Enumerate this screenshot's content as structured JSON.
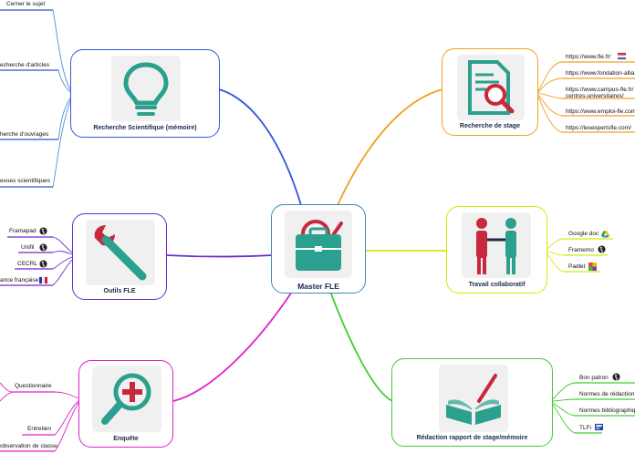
{
  "central": {
    "title": "Master FLE"
  },
  "branches": {
    "recherche": {
      "title": "Recherche Scientifique (mémoire)",
      "color": "#4a90d9",
      "leaves": [
        "Cerner le sujet",
        "echerche d'articles",
        "herche d'ouvrages",
        "evues scientifiques"
      ]
    },
    "outils": {
      "title": "Outils FLE",
      "color": "#6a2bcf",
      "leaves": [
        "Framapad",
        "Unifil",
        "CECRL",
        "ance française"
      ],
      "leaf_icons": [
        "globe-icon",
        "globe-icon",
        "globe-icon",
        "flag-icon"
      ]
    },
    "enquete": {
      "title": "Enquête",
      "color": "#e020c8",
      "leaves": [
        "Questionnaire",
        "Entretien",
        "observation de classe"
      ]
    },
    "stage": {
      "title": "Recherche de stage",
      "color": "#f0a020",
      "leaves": [
        "https://www.fle.fr/",
        "https://www.fondation-allia",
        "https://www.campus-fle.fr/",
        "centres-universitaires/",
        "https://www.emploi-fle.com",
        "https://lesexpertsfle.com/"
      ],
      "leaf_icons": [
        "flag-icon"
      ]
    },
    "travail": {
      "title": "Travail collaboratif",
      "color": "#d8e800",
      "leaves": [
        "Google doc",
        "Framemo",
        "Padlet"
      ],
      "leaf_icons": [
        "google-drive-icon",
        "globe-icon",
        "padlet-icon"
      ]
    },
    "redaction": {
      "title": "Rédaction rapport de stage/mémoire",
      "color": "#44cc33",
      "leaves": [
        "Bon patron",
        "Normes de rédaction",
        "Normes bibliographique",
        "TLFi"
      ],
      "leaf_icons": [
        "globe-icon",
        "tlfi-icon"
      ]
    }
  }
}
